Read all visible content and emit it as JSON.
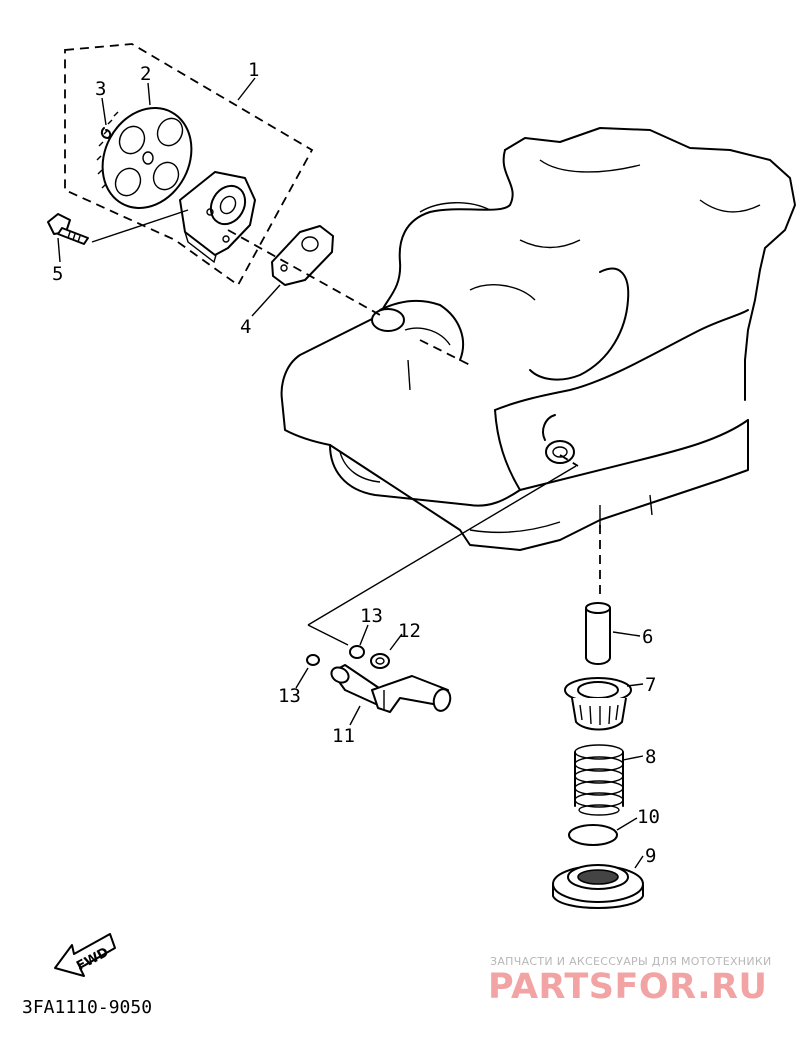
{
  "callouts": [
    "1",
    "2",
    "3",
    "4",
    "5",
    "6",
    "7",
    "8",
    "9",
    "10",
    "11",
    "12",
    "13",
    "13"
  ],
  "fwd_label": "FWD",
  "diagram_code": "3FA1110-9050",
  "watermark": {
    "tagline": "ЗАПЧАСТИ И АКСЕССУАРЫ ДЛЯ МОТОТЕХНИКИ",
    "logo": "PARTSFOR.RU"
  }
}
